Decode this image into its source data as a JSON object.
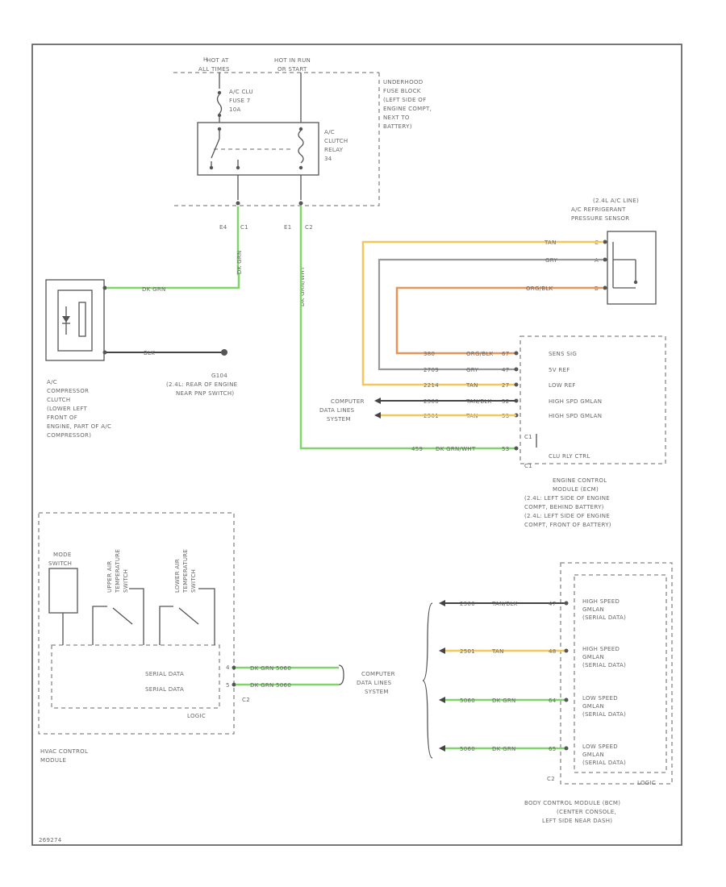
{
  "power": {
    "hot_at_all_times": "HOT AT\nALL TIMES",
    "hot_in_run": "HOT IN RUN\nOR START"
  },
  "fuse": {
    "label": "A/C CLU\nFUSE 7\n10A"
  },
  "relay": {
    "label": "A/C\nCLUTCH\nRELAY\n34"
  },
  "underhood": {
    "label": "UNDERHOOD\nFUSE BLOCK\n(LEFT SIDE OF\nENGINE COMPT,\nNEXT TO\nBATTERY)"
  },
  "relay_pins": {
    "left": "E4",
    "left_conn": "C1",
    "right": "E1",
    "right_conn": "C2"
  },
  "clutch": {
    "diode_label": "DIODE",
    "wire_top": "DK GRN",
    "wire_bottom": "BLK",
    "ground": "G104\n(2.4L: REAR OF ENGINE\nNEAR PNP SWITCH)",
    "label": "A/C\nCOMPRESSOR\nCLUTCH\n(LOWER LEFT\nFRONT OF\nENGINE, PART OF A/C\nCOMPRESSOR)"
  },
  "vertical_wires": {
    "left": "DK GRN",
    "right": "DK GRN/WHT"
  },
  "pressure_sensor": {
    "title": "(2.4L A/C LINE)\nA/C REFRIGERANT\nPRESSURE SENSOR",
    "pins": [
      "C",
      "A",
      "B"
    ],
    "wires": [
      "TAN",
      "GRY",
      "ORG/BLK"
    ]
  },
  "ecm": {
    "rows": [
      {
        "circuit": "380",
        "color": "ORG/BLK",
        "pin": "67",
        "label": "SENS SIG"
      },
      {
        "circuit": "2709",
        "color": "GRY",
        "pin": "47",
        "label": "5V REF"
      },
      {
        "circuit": "2214",
        "color": "TAN",
        "pin": "27",
        "label": "LOW REF"
      },
      {
        "circuit": "2500",
        "color": "TAN/BLK",
        "pin": "52",
        "label": "HIGH SPD GMLAN"
      },
      {
        "circuit": "2501",
        "color": "TAN",
        "pin": "53",
        "label": "HIGH SPD GMLAN"
      }
    ],
    "c1_conn_top": "C1",
    "relay_row": {
      "circuit": "459",
      "color": "DK GRN/WHT",
      "pin": "53",
      "label": "CLU RLY CTRL"
    },
    "c1_conn_bottom": "C1",
    "label": "ENGINE CONTROL\nMODULE (ECM)\n(2.4L: LEFT SIDE OF ENGINE\nCOMPT, BEHIND BATTERY)\n(2.4L: LEFT SIDE OF ENGINE\nCOMPT, FRONT OF BATTERY)"
  },
  "computer_data_lines_top": "COMPUTER\nDATA LINES\nSYSTEM",
  "hvac": {
    "mode_switch": "MODE\nSWITCH",
    "upper_switch": "UPPER AIR\nTEMPERATURE\nSWITCH",
    "lower_switch": "LOWER AIR\nTEMPERATURE\nSWITCH",
    "serial1": "SERIAL DATA",
    "serial2": "SERIAL DATA",
    "logic": "LOGIC",
    "conn": "C2",
    "pin1": "4",
    "pin2": "5",
    "wire1": "DK GRN  5060",
    "wire2": "DK GRN  5060",
    "label": "HVAC CONTROL\nMODULE"
  },
  "computer_data_lines_mid": "COMPUTER\nDATA LINES\nSYSTEM",
  "bcm": {
    "rows": [
      {
        "circuit": "2500",
        "color": "TAN/BLK",
        "pin": "47",
        "label": "HIGH SPEED\nGMLAN\n(SERIAL DATA)"
      },
      {
        "circuit": "2501",
        "color": "TAN",
        "pin": "48",
        "label": "HIGH SPEED\nGMLAN\n(SERIAL DATA)"
      },
      {
        "circuit": "5060",
        "color": "DK GRN",
        "pin": "64",
        "label": "LOW SPEED\nGMLAN\n(SERIAL DATA)"
      },
      {
        "circuit": "5060",
        "color": "DK GRN",
        "pin": "65",
        "label": "LOW SPEED\nGMLAN\n(SERIAL DATA)"
      }
    ],
    "conn": "C2",
    "logic": "LOGIC",
    "label": "BODY CONTROL MODULE (BCM)\n(CENTER CONSOLE,\nLEFT SIDE NEAR DASH)"
  },
  "figure_id": "269274",
  "colors": {
    "green": "#7fd46a",
    "yellow": "#f2c85a",
    "gray": "#9a9a9a",
    "orange": "#e3955a"
  }
}
